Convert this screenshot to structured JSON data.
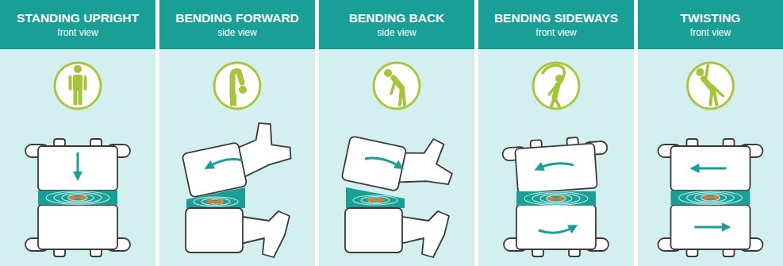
{
  "diagram": {
    "nodes": [
      {
        "text": [
          "STANDING UPRIGHT",
          "front view"
        ]
      },
      {
        "text": [
          "BENDING FORWARD",
          "side view"
        ]
      },
      {
        "text": [
          "BENDING BACK",
          "side view"
        ]
      },
      {
        "text": [
          "BENDING SIDEWAYS",
          "front view"
        ]
      },
      {
        "text": [
          "TWISTING",
          "front view"
        ]
      }
    ]
  }
}
